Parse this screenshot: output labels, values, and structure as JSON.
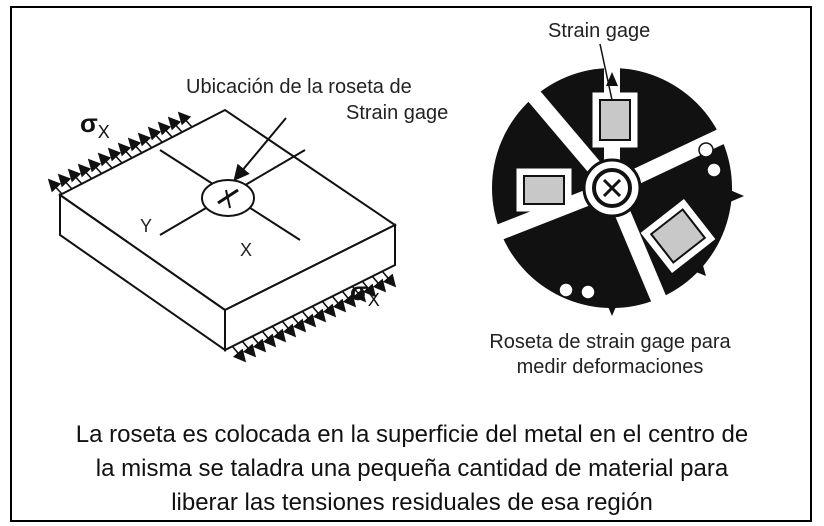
{
  "left_figure": {
    "callout_line1": "Ubicación de la roseta de",
    "callout_line2": "Strain gage",
    "stress_label_top": "σ",
    "stress_label_top_sub": "X",
    "stress_label_bottom": "σ",
    "stress_label_bottom_sub": "X",
    "axis_y": "Y",
    "axis_x": "X"
  },
  "right_figure": {
    "gage_label": "Strain gage",
    "caption_line1": "Roseta de strain gage para",
    "caption_line2": "medir deformaciones"
  },
  "description": {
    "line1": "La roseta es colocada en la superficie del metal en el centro de",
    "line2": "la misma se taladra una pequeña cantidad de material para",
    "line3": "liberar las tensiones residuales de esa región"
  }
}
